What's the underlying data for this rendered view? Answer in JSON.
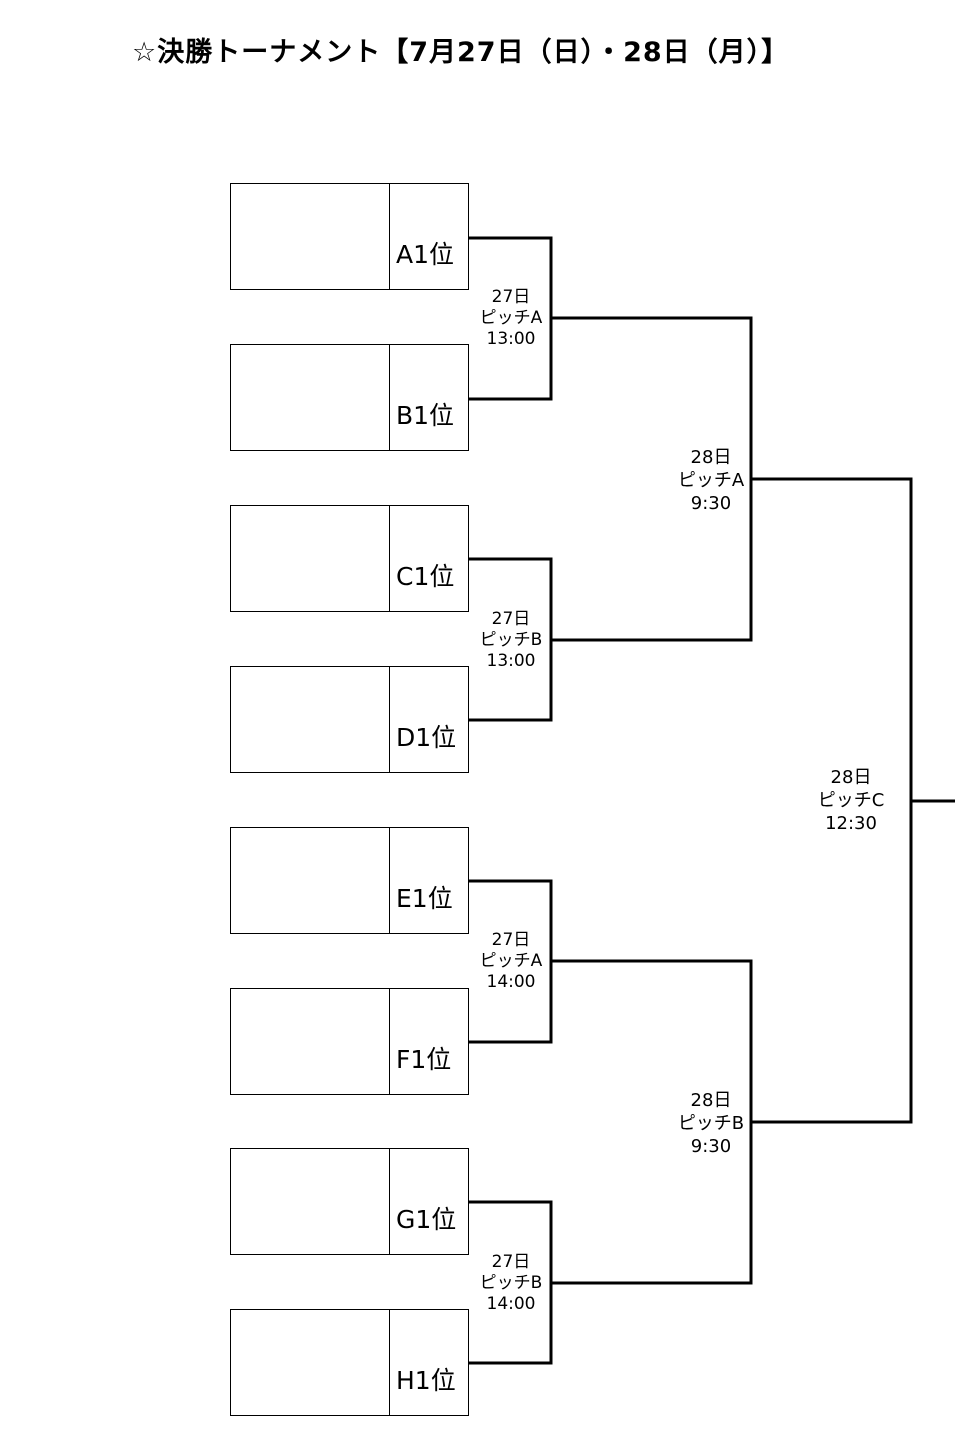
{
  "title": "☆決勝トーナメント【7月27日（日）・28日（月）】",
  "teams": [
    "A1位",
    "B1位",
    "C1位",
    "D1位",
    "E1位",
    "F1位",
    "G1位",
    "H1位"
  ],
  "round1": [
    {
      "day": "27日",
      "pitch": "ピッチA",
      "time": "13:00"
    },
    {
      "day": "27日",
      "pitch": "ピッチB",
      "time": "13:00"
    },
    {
      "day": "27日",
      "pitch": "ピッチA",
      "time": "14:00"
    },
    {
      "day": "27日",
      "pitch": "ピッチB",
      "time": "14:00"
    }
  ],
  "round2": [
    {
      "day": "28日",
      "pitch": "ピッチA",
      "time": "9:30"
    },
    {
      "day": "28日",
      "pitch": "ピッチB",
      "time": "9:30"
    }
  ],
  "final": {
    "day": "28日",
    "pitch": "ピッチC",
    "time": "12:30"
  }
}
